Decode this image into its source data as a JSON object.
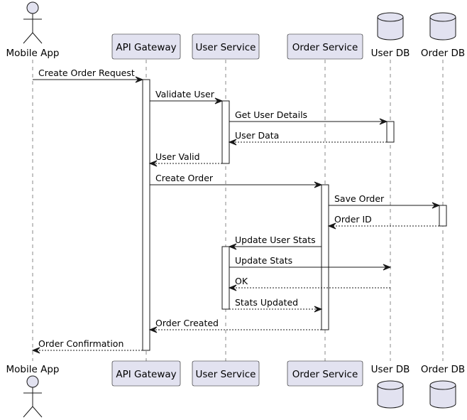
{
  "participants": [
    {
      "id": "mobile",
      "label": "Mobile App",
      "kind": "actor"
    },
    {
      "id": "gateway",
      "label": "API Gateway",
      "kind": "participant"
    },
    {
      "id": "user",
      "label": "User Service",
      "kind": "participant"
    },
    {
      "id": "order",
      "label": "Order Service",
      "kind": "participant"
    },
    {
      "id": "userdb",
      "label": "User DB",
      "kind": "database"
    },
    {
      "id": "orderdb",
      "label": "Order DB",
      "kind": "database"
    }
  ],
  "messages": [
    {
      "label": "Create Order Request",
      "from": "mobile",
      "to": "gateway",
      "style": "sync"
    },
    {
      "label": "Validate User",
      "from": "gateway",
      "to": "user",
      "style": "sync"
    },
    {
      "label": "Get User Details",
      "from": "user",
      "to": "userdb",
      "style": "sync"
    },
    {
      "label": "User Data",
      "from": "userdb",
      "to": "user",
      "style": "return"
    },
    {
      "label": "User Valid",
      "from": "user",
      "to": "gateway",
      "style": "return"
    },
    {
      "label": "Create Order",
      "from": "gateway",
      "to": "order",
      "style": "sync"
    },
    {
      "label": "Save Order",
      "from": "order",
      "to": "orderdb",
      "style": "sync"
    },
    {
      "label": "Order ID",
      "from": "orderdb",
      "to": "order",
      "style": "return"
    },
    {
      "label": "Update User Stats",
      "from": "order",
      "to": "user",
      "style": "sync"
    },
    {
      "label": "Update Stats",
      "from": "user",
      "to": "userdb",
      "style": "sync"
    },
    {
      "label": "OK",
      "from": "userdb",
      "to": "user",
      "style": "return"
    },
    {
      "label": "Stats Updated",
      "from": "user",
      "to": "order",
      "style": "return"
    },
    {
      "label": "Order Created",
      "from": "order",
      "to": "gateway",
      "style": "return"
    },
    {
      "label": "Order Confirmation",
      "from": "gateway",
      "to": "mobile",
      "style": "return"
    }
  ],
  "colors": {
    "participant_fill": "#E2E2F0",
    "border": "#181818",
    "lifeline": "#888888"
  }
}
